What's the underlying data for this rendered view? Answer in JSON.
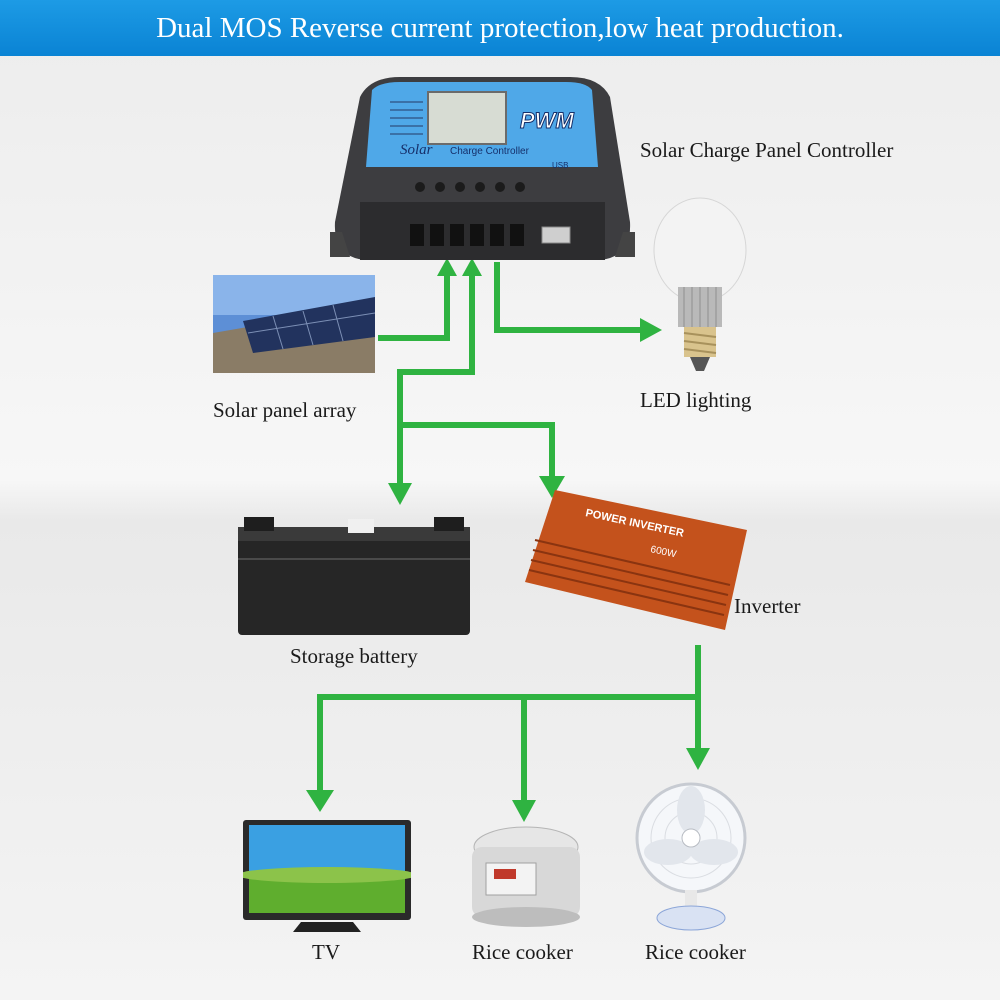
{
  "banner": {
    "text": "Dual MOS Reverse current protection,low heat production."
  },
  "controller": {
    "label": "Solar Charge Panel Controller",
    "brand_script": "Solar",
    "brand_text": "Charge Controller",
    "pwm_text": "PWM",
    "usb_text": "USB"
  },
  "components": {
    "solar_panel": "Solar panel array",
    "led": "LED lighting",
    "battery": "Storage battery",
    "inverter": "Inverter",
    "inverter_face": "POWER INVERTER",
    "inverter_rating": "600W",
    "tv": "TV",
    "rice_cooker": "Rice cooker",
    "fan": "Rice cooker"
  },
  "colors": {
    "banner": "#0a83d4",
    "arrow": "#2fb341",
    "controller_panel": "#4fa8e8",
    "inverter_body": "#c4521c"
  }
}
